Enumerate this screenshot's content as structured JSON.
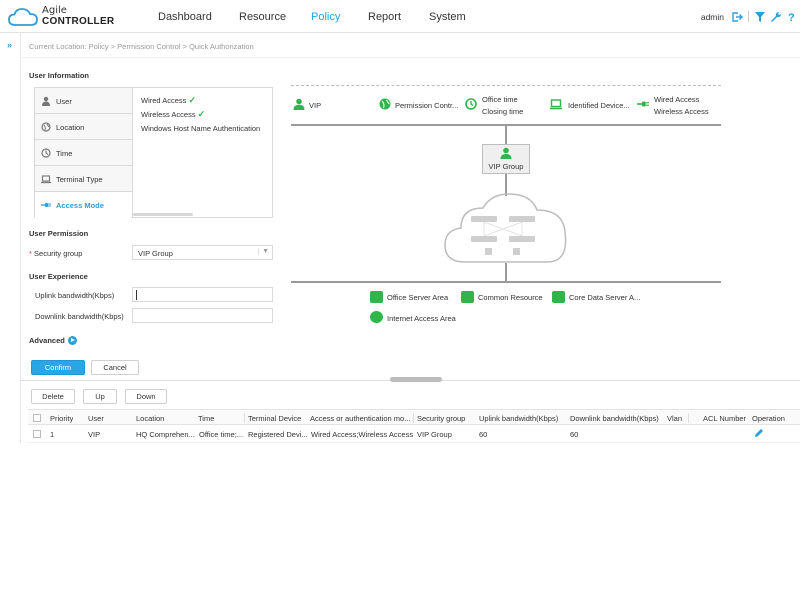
{
  "app": {
    "logo_line1": "Agile",
    "logo_line2": "CONTROLLER",
    "user": "admin",
    "nav": [
      "Dashboard",
      "Resource",
      "Policy",
      "Report",
      "System"
    ],
    "active_nav": "Policy"
  },
  "breadcrumb": "Current Location: Policy > Permission Control > Quick Authorization",
  "user_info": {
    "title": "User Information",
    "tabs": [
      {
        "label": "User",
        "icon": "user-icon"
      },
      {
        "label": "Location",
        "icon": "globe-icon"
      },
      {
        "label": "Time",
        "icon": "clock-icon"
      },
      {
        "label": "Terminal Type",
        "icon": "laptop-icon"
      },
      {
        "label": "Access Mode",
        "icon": "plug-icon"
      }
    ],
    "active_tab": "Access Mode",
    "options": [
      {
        "label": "Wired Access",
        "checked": true,
        "check_glyph": "✓"
      },
      {
        "label": "Wireless Access",
        "checked": true,
        "check_glyph": "✓"
      },
      {
        "label": "Windows Host Name Authentication",
        "checked": false,
        "check_glyph": ""
      }
    ]
  },
  "permission": {
    "title": "User Permission",
    "required_mark": "*",
    "security_group_label": "Security group",
    "security_group_value": "VIP Group",
    "select_arrow": "▼"
  },
  "experience": {
    "title": "User Experience",
    "uplink_label": "Uplink bandwidth(Kbps)",
    "uplink_value": "",
    "downlink_label": "Downlink bandwidth(Kbps)",
    "downlink_value": ""
  },
  "advanced_label": "Advanced",
  "actions": {
    "confirm": "Confirm",
    "cancel": "Cancel"
  },
  "diagram": {
    "conditions": {
      "vip": "VIP",
      "permission": "Permission Contr...",
      "time_line1": "Office time",
      "time_line2": "Closing time",
      "device": "Identified Device...",
      "access_line1": "Wired Access",
      "access_line2": "Wireless Access"
    },
    "group_label": "VIP Group",
    "resources": [
      "Office Server Area",
      "Common Resource",
      "Core Data Server A...",
      "Internet Access Area"
    ],
    "colors": {
      "green": "#2fb54a",
      "line": "#9a9a9a",
      "accent": "#2a9fd8"
    }
  },
  "table_toolbar": {
    "delete": "Delete",
    "up": "Up",
    "down": "Down"
  },
  "table": {
    "columns": [
      "Priority",
      "User",
      "Location",
      "Time",
      "Terminal Device",
      "Access or authentication mo...",
      "Security group",
      "Uplink bandwidth(Kbps)",
      "Downlink bandwidth(Kbps)",
      "Vlan",
      "ACL Number",
      "Operation"
    ],
    "rows": [
      {
        "priority": "1",
        "user": "VIP",
        "location": "HQ Comprehen...",
        "time": "Office time;...",
        "terminal": "Registered Devi...",
        "access": "Wired Access;Wireless Access",
        "security_group": "VIP Group",
        "uplink": "60",
        "downlink": "60",
        "vlan": "",
        "acl": ""
      }
    ]
  }
}
